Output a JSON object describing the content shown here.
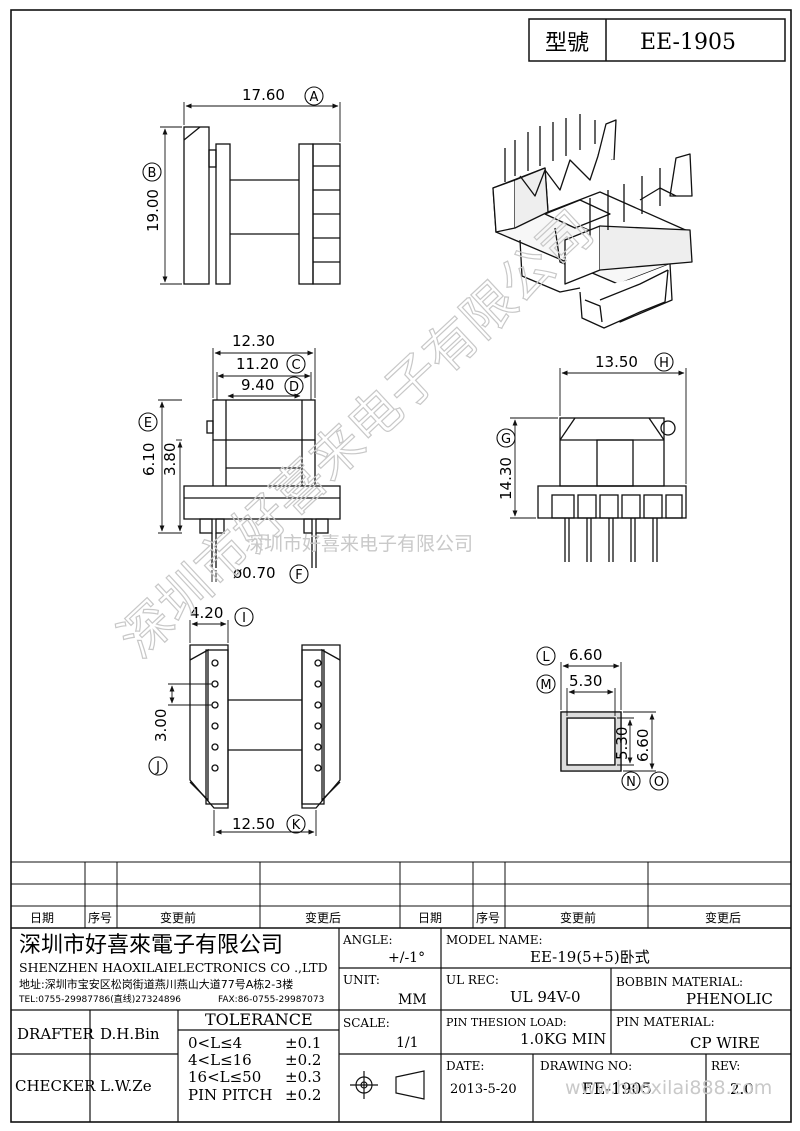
{
  "title_block": {
    "model_label": "型號",
    "model_value": "EE-1905"
  },
  "dimensions": {
    "a": "17.60",
    "a_tag": "A",
    "b": "19.00",
    "b_tag": "B",
    "c": "11.20",
    "c_tag": "C",
    "c_outer": "12.30",
    "d": "9.40",
    "d_tag": "D",
    "e": "6.10",
    "e_tag": "E",
    "e_inner": "3.80",
    "f": "ø0.70",
    "f_tag": "F",
    "g": "14.30",
    "g_tag": "G",
    "h": "13.50",
    "h_tag": "H",
    "i": "4.20",
    "i_tag": "I",
    "j": "3.00",
    "j_tag": "J",
    "k": "12.50",
    "k_tag": "K",
    "l": "6.60",
    "l_tag": "L",
    "m": "5.30",
    "m_tag": "M",
    "n": "5.30",
    "n_tag": "N",
    "o": "6.60",
    "o_tag": "O"
  },
  "watermarks": {
    "diagonal": "深圳市好喜来电子有限公司",
    "horizontal": "深圳市好喜来电子有限公司",
    "site": "www.haoxilai888.com"
  },
  "revision_table": {
    "headers": [
      "日期",
      "序号",
      "变更前",
      "变更后",
      "日期",
      "序号",
      "变更前",
      "变更后"
    ]
  },
  "company": {
    "name_cn": "深圳市好喜來電子有限公司",
    "name_en": "SHENZHEN HAOXILAIELECTRONICS CO .,LTD",
    "address": "地址:深圳市宝安区松岗街道燕川燕山大道77号A栋2-3楼",
    "tel": "TEL:0755-29987786(直线)27324896",
    "fax": "FAX:86-0755-29987073"
  },
  "spec": {
    "angle_label": "ANGLE:",
    "angle_value": "+/-1°",
    "model_name_label": "MODEL NAME:",
    "model_name_value": "EE-19(5+5)卧式",
    "unit_label": "UNIT:",
    "unit_value": "MM",
    "ul_label": "UL REC:",
    "ul_value": "UL 94V-0",
    "bobbin_label": "BOBBIN MATERIAL:",
    "bobbin_value": "PHENOLIC",
    "scale_label": "SCALE:",
    "scale_value": "1/1",
    "pin_load_label": "PIN THESION LOAD:",
    "pin_load_value": "1.0KG MIN",
    "pin_material_label": "PIN MATERIAL:",
    "pin_material_value": "CP  WIRE",
    "date_label": "DATE:",
    "date_value": "2013-5-20",
    "drawing_no_label": "DRAWING NO:",
    "drawing_no_value": "EE-1905",
    "rev_label": "REV:",
    "rev_value": "2.0"
  },
  "people": {
    "drafter_label": "DRAFTER",
    "drafter_value": "D.H.Bin",
    "checker_label": "CHECKER",
    "checker_value": "L.W.Ze"
  },
  "tolerance": {
    "title": "TOLERANCE",
    "rows": [
      {
        "range": "0<L≤4",
        "value": "±0.1"
      },
      {
        "range": "4<L≤16",
        "value": "±0.2"
      },
      {
        "range": "16<L≤50",
        "value": "±0.3"
      },
      {
        "range": "PIN PITCH",
        "value": "±0.2"
      }
    ]
  }
}
